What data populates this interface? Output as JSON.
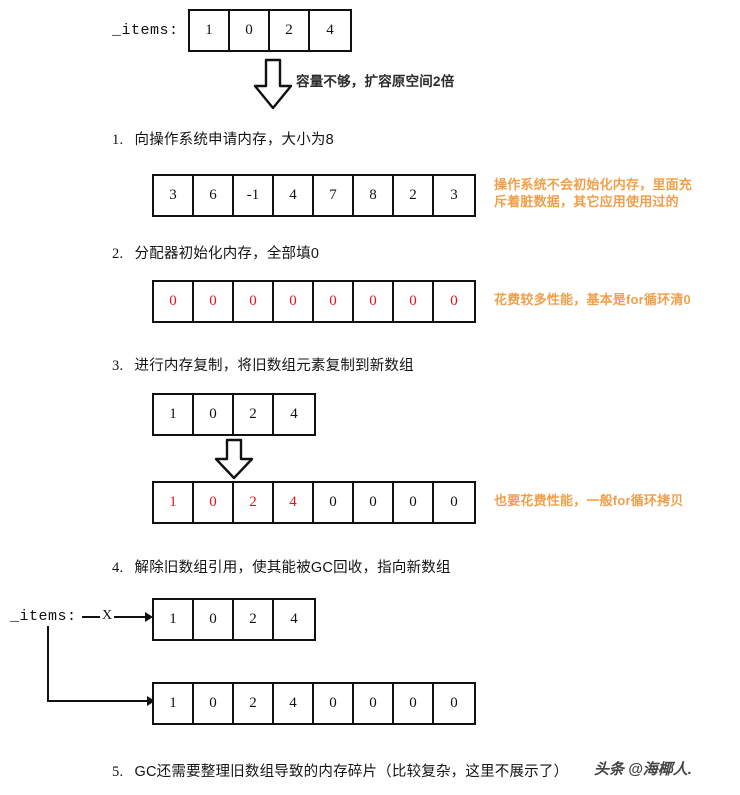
{
  "variable_label": "_items:",
  "top_array": {
    "values": [
      "1",
      "0",
      "2",
      "4"
    ],
    "red_count": 0
  },
  "grow_arrow_note": "容量不够，扩容原空间2倍",
  "steps": [
    {
      "number": "1.",
      "text": "向操作系统申请内存，大小为8",
      "array": {
        "values": [
          "3",
          "6",
          "-1",
          "4",
          "7",
          "8",
          "2",
          "3"
        ],
        "red_count": 0
      },
      "note": "操作系统不会初始化内存，里面充\n斥着脏数据，其它应用使用过的"
    },
    {
      "number": "2.",
      "text": "分配器初始化内存，全部填0",
      "array": {
        "values": [
          "0",
          "0",
          "0",
          "0",
          "0",
          "0",
          "0",
          "0"
        ],
        "red_count": 8
      },
      "note": "花费较多性能，基本是for循环清0"
    },
    {
      "number": "3.",
      "text": "进行内存复制，将旧数组元素复制到新数组",
      "array_before": {
        "values": [
          "1",
          "0",
          "2",
          "4"
        ],
        "red_count": 0
      },
      "array_after": {
        "values": [
          "1",
          "0",
          "2",
          "4",
          "0",
          "0",
          "0",
          "0"
        ],
        "red_count": 4
      },
      "note": "也要花费性能，一般for循环拷贝"
    },
    {
      "number": "4.",
      "text": "解除旧数组引用，使其能被GC回收，指向新数组",
      "broken_ref_mark": "X",
      "old_array": {
        "values": [
          "1",
          "0",
          "2",
          "4"
        ],
        "red_count": 0
      },
      "new_array": {
        "values": [
          "1",
          "0",
          "2",
          "4",
          "0",
          "0",
          "0",
          "0"
        ],
        "red_count": 0
      }
    },
    {
      "number": "5.",
      "text": "GC还需要整理旧数组导致的内存碎片（比较复杂，这里不展示了）"
    }
  ],
  "watermark": "头条 @海椰人.",
  "colors": {
    "note_orange": "#F0A04B",
    "value_red": "#E8101B",
    "stroke_black": "#111111"
  }
}
